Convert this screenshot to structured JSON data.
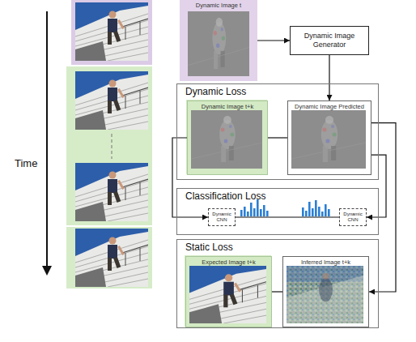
{
  "diagram": {
    "nodes": [
      {
        "text": [
          "Dynamic Image t"
        ]
      },
      {
        "text": [
          "Dynamic Image Generator"
        ]
      },
      {
        "text": [
          "Dynamic Loss"
        ]
      },
      {
        "text": [
          "Dynamic Image t+k"
        ],
        "in": 2
      },
      {
        "text": [
          "Dynamic Image Predicted"
        ],
        "in": 2
      },
      {
        "text": [
          "Classification Loss"
        ]
      },
      {
        "text": [
          "Dynamic CNN"
        ],
        "in": 5
      },
      {
        "text": [
          "Dynamic CNN"
        ],
        "in": 5
      },
      {
        "text": [
          "Static Loss"
        ]
      },
      {
        "text": [
          "Expected Image t+k"
        ],
        "in": 8
      },
      {
        "text": [
          "Inferred Image t+k"
        ],
        "in": 8
      }
    ],
    "edges": [
      {
        "from": 0,
        "to": 1,
        "arrow": "to"
      },
      {
        "from": 1,
        "to": 4,
        "arrow": "to"
      },
      {
        "from": 3,
        "to": 4,
        "arrow": "none"
      },
      {
        "from": 3,
        "to": 6,
        "arrow": "to"
      },
      {
        "from": 4,
        "to": 7,
        "arrow": "to"
      },
      {
        "from": 4,
        "to": 10,
        "arrow": "to"
      },
      {
        "from": 6,
        "to": 7,
        "arrow": "none"
      },
      {
        "from": 9,
        "to": 10,
        "arrow": "none"
      }
    ],
    "labels": [
      "Time"
    ]
  }
}
